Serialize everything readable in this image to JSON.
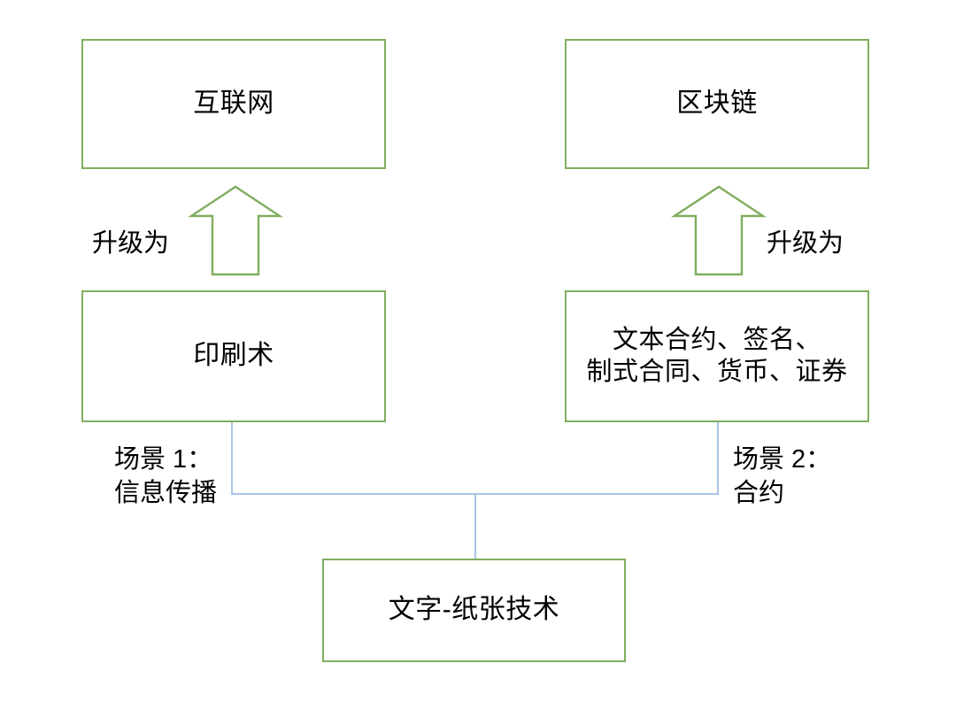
{
  "diagram": {
    "title_semantic": "blockchain-analogy-diagram",
    "colors": {
      "node_border": "#7FAE5F",
      "node_fill": "#FFFFFF",
      "arrow_stroke": "#7FAE5F",
      "connector_stroke": "#A9C4E8",
      "text": "#000000",
      "background": "#FFFFFF"
    },
    "nodes": {
      "top_left": "互联网",
      "top_right": "区块链",
      "mid_left": "印刷术",
      "mid_right": "文本合约、签名、\n制式合同、货币、证券",
      "bottom": "文字-纸张技术"
    },
    "edge_labels": {
      "upgrade_left": "升级为",
      "upgrade_right": "升级为",
      "scene_1": "场景 1：\n信息传播",
      "scene_2": "场景 2：\n合约"
    },
    "icons": {
      "arrow_up_left": "block-arrow-up-icon",
      "arrow_up_right": "block-arrow-up-icon"
    }
  }
}
